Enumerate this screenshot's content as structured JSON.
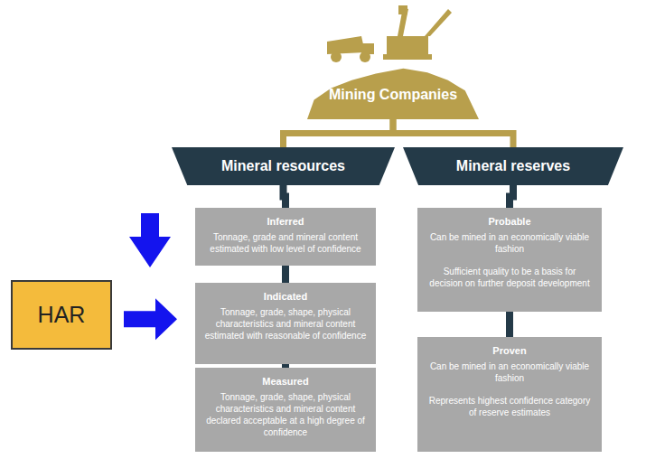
{
  "diagram": {
    "nodes": [
      {
        "text": [
          "Mining Companies"
        ]
      },
      {
        "text": [
          "Mineral resources"
        ]
      },
      {
        "text": [
          "Mineral reserves"
        ]
      },
      {
        "text": [
          "Inferred",
          "Tonnage, grade and mineral content estimated with low level of confidence"
        ]
      },
      {
        "text": [
          "Indicated",
          "Tonnage, grade, shape, physical characteristics and mineral content estimated with reasonable of confidence"
        ]
      },
      {
        "text": [
          "Measured",
          "Tonnage, grade, shape, physical characteristics and mineral content declared acceptable at a high degree of confidence"
        ]
      },
      {
        "text": [
          "Probable",
          "Can be mined in an economically viable fashion",
          "Sufficient quality to be a basis for decision on further deposit development"
        ]
      },
      {
        "text": [
          "Proven",
          "Can be mined in an economically viable fashion",
          "Represents highest confidence category of reserve estimates"
        ]
      },
      {
        "text": [
          "HAR"
        ]
      }
    ],
    "edges": [
      {
        "from": 0,
        "to": 1,
        "arrow": "none"
      },
      {
        "from": 0,
        "to": 2,
        "arrow": "none"
      },
      {
        "from": 1,
        "to": 3,
        "arrow": "none"
      },
      {
        "from": 3,
        "to": 4,
        "arrow": "none"
      },
      {
        "from": 4,
        "to": 5,
        "arrow": "none"
      },
      {
        "from": 2,
        "to": 6,
        "arrow": "none"
      },
      {
        "from": 6,
        "to": 7,
        "arrow": "none"
      },
      {
        "from": 8,
        "to": 4,
        "arrow": "to"
      }
    ]
  }
}
